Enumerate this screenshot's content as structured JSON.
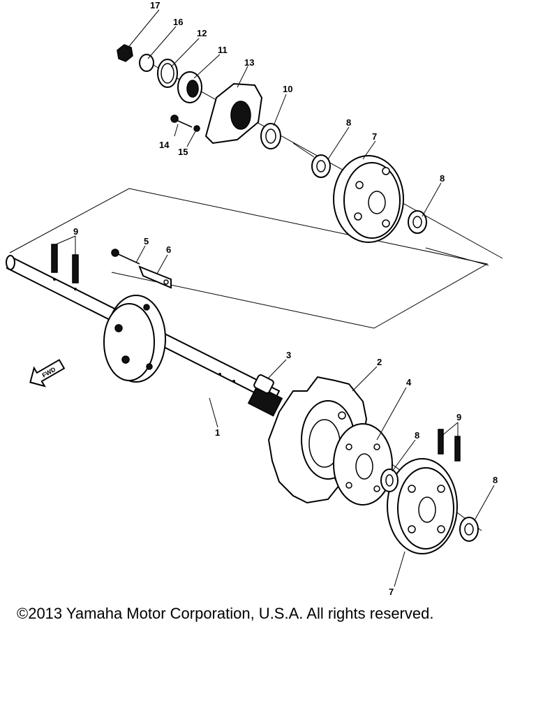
{
  "labels": {
    "p1": "1",
    "p2": "2",
    "p3": "3",
    "p4": "4",
    "p5": "5",
    "p6": "6",
    "p7a": "7",
    "p7b": "7",
    "p8a": "8",
    "p8b": "8",
    "p8c": "8",
    "p8d": "8",
    "p9a": "9",
    "p9b": "9",
    "p10": "10",
    "p11": "11",
    "p12": "12",
    "p13": "13",
    "p14": "14",
    "p15": "15",
    "p16": "16",
    "p17": "17"
  },
  "direction_label": "FWD",
  "copyright": "©2013 Yamaha Motor Corporation, U.S.A. All rights reserved."
}
